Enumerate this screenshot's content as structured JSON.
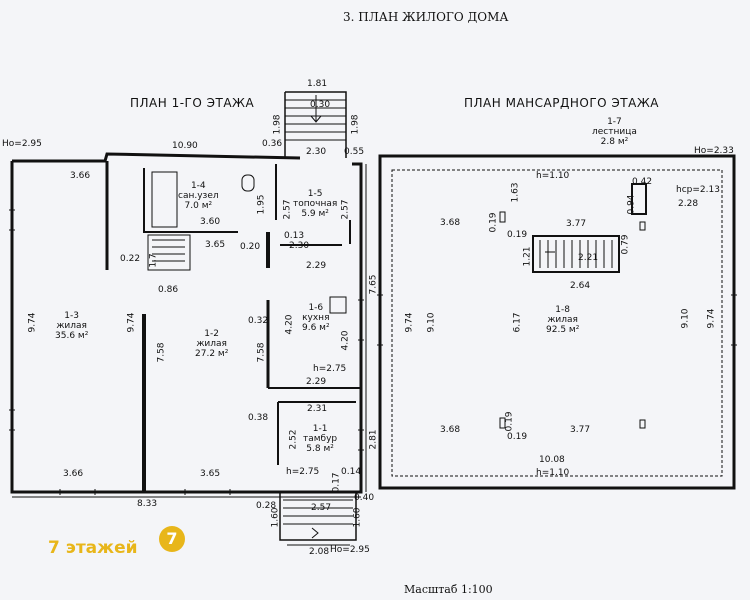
{
  "page_title": "3. ПЛАН ЖИЛОГО ДОМА",
  "plan1": {
    "title": "ПЛАН 1-ГО ЭТАЖА",
    "level_top": "Ho=2.95",
    "level_bottom": "Ho=2.95",
    "rooms": [
      {
        "id": "1-3",
        "name": "жилая",
        "area": "35.6 м²"
      },
      {
        "id": "1-4",
        "name": "сан.узел",
        "area": "7.0 м²"
      },
      {
        "id": "1-5",
        "name": "топочная",
        "area": "5.9 м²"
      },
      {
        "id": "1-2",
        "name": "жилая",
        "area": "27.2 м²"
      },
      {
        "id": "1-6",
        "name": "кухня",
        "area": "9.6 м²"
      },
      {
        "id": "1-1",
        "name": "тамбур",
        "area": "5.8 м²"
      }
    ],
    "dims": {
      "d10_90": "10.90",
      "d0_36": "0.36",
      "d0_55": "0.55",
      "d1_81": "1.81",
      "d0_30": "0.30",
      "d1_98a": "1.98",
      "d1_98b": "1.98",
      "d2_30a": "2.30",
      "d3_66a": "3.66",
      "d3_60": "3.60",
      "d1_95": "1.95",
      "d2_57a": "2.57",
      "d2_57b": "2.57",
      "d0_13": "0.13",
      "d2_30b": "2.30",
      "d3_65a": "3.65",
      "d0_20": "0.20",
      "d0_22": "0.22",
      "d1_7": "1.7",
      "d0_86": "0.86",
      "d2_29a": "2.29",
      "d7_65": "7.65",
      "d9_74a": "9.74",
      "d9_74b": "9.74",
      "d7_58a": "7.58",
      "d0_32": "0.32",
      "d7_58b": "7.58",
      "d4_20a": "4.20",
      "d4_20b": "4.20",
      "h2_75a": "h=2.75",
      "d2_29b": "2.29",
      "d0_38": "0.38",
      "d2_31": "2.31",
      "d2_52": "2.52",
      "d2_81": "2.81",
      "d3_66b": "3.66",
      "d3_65b": "3.65",
      "h2_75b": "h=2.75",
      "d0_17": "0.17",
      "d0_14": "0.14",
      "d8_33": "8.33",
      "d0_40": "0.40",
      "d0_28": "0.28",
      "d2_57c": "2.57",
      "d1_60a": "1.60",
      "d1_60b": "1.60",
      "d2_08": "2.08"
    }
  },
  "plan2": {
    "title": "ПЛАН МАНСАРДНОГО ЭТАЖА",
    "level": "Ho=2.33",
    "rooms": [
      {
        "id": "1-7",
        "name": "лестница",
        "area": "2.8 м²"
      },
      {
        "id": "1-8",
        "name": "жилая",
        "area": "92.5 м²"
      }
    ],
    "dims": {
      "h1_10a": "h=1.10",
      "d0_42": "0.42",
      "hcp": "hср=2.13",
      "d2_28": "2.28",
      "d0_94": "0.94",
      "d1_63": "1.63",
      "d3_68a": "3.68",
      "d0_19a": "0.19",
      "d0_19b": "0.19",
      "d3_77a": "3.77",
      "d1_21": "1.21",
      "d2_21": "2.21",
      "d0_79": "0.79",
      "d2_64": "2.64",
      "d9_74a": "9.74",
      "d9_10a": "9.10",
      "d6_17": "6.17",
      "d9_10b": "9.10",
      "d9_74b": "9.74",
      "d3_68b": "3.68",
      "d0_19c": "0.19",
      "d0_19d": "0.19",
      "d3_77b": "3.77",
      "d10_08": "10.08",
      "h1_10b": "h=1.10"
    }
  },
  "logo": {
    "text": "7 этажей",
    "badge": "7",
    "accent": "#e8b61a"
  },
  "scale": "Масштаб 1:100"
}
